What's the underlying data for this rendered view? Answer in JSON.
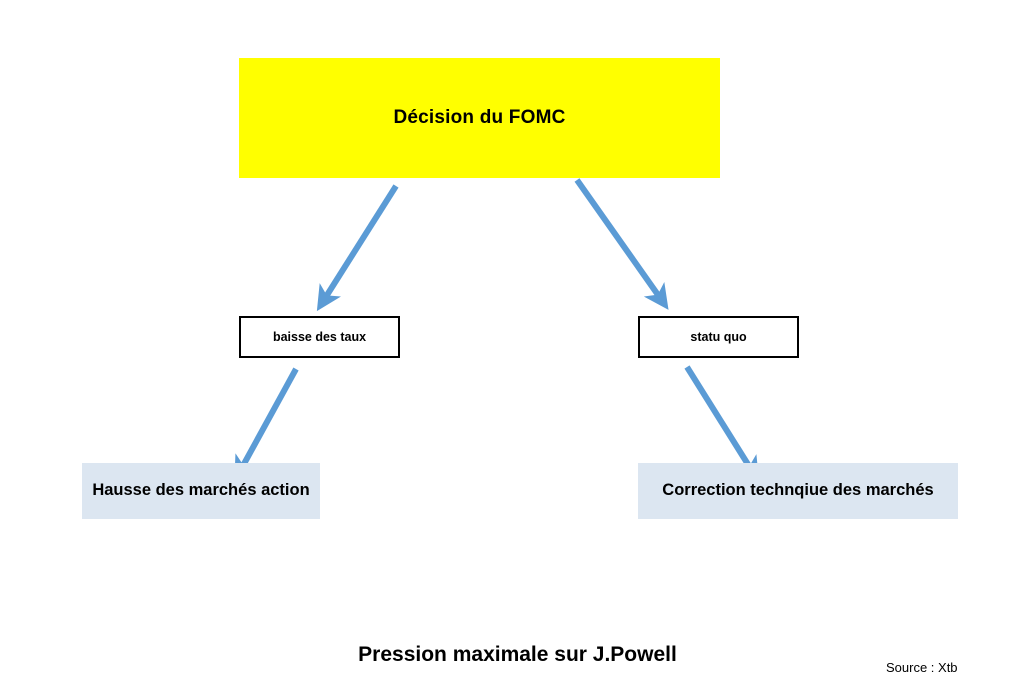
{
  "diagram": {
    "title_node": {
      "label": "Décision du FOMC",
      "fill": "#FFFF00",
      "text_color": "#000000"
    },
    "outcomes": [
      {
        "id": "rate-cut",
        "label": "baisse des taux",
        "fill": "#FFFFFF",
        "border": "#000000"
      },
      {
        "id": "status-quo",
        "label": "statu quo",
        "fill": "#FFFFFF",
        "border": "#000000"
      }
    ],
    "results": [
      {
        "id": "market-rise",
        "label": "Hausse des marchés action",
        "fill": "#DCE6F1"
      },
      {
        "id": "market-correction",
        "label": "Correction technqiue des marchés",
        "fill": "#DCE6F1"
      }
    ],
    "arrows": {
      "color": "#5B9BD5",
      "count": 4,
      "connections": [
        {
          "from": "Décision du FOMC",
          "to": "baisse des taux"
        },
        {
          "from": "Décision du FOMC",
          "to": "statu quo"
        },
        {
          "from": "baisse des taux",
          "to": "Hausse des marchés action"
        },
        {
          "from": "statu quo",
          "to": "Correction technqiue des marchés"
        }
      ]
    }
  },
  "captions": {
    "main": "Pression maximale sur J.Powell",
    "source": "Source : Xtb"
  }
}
